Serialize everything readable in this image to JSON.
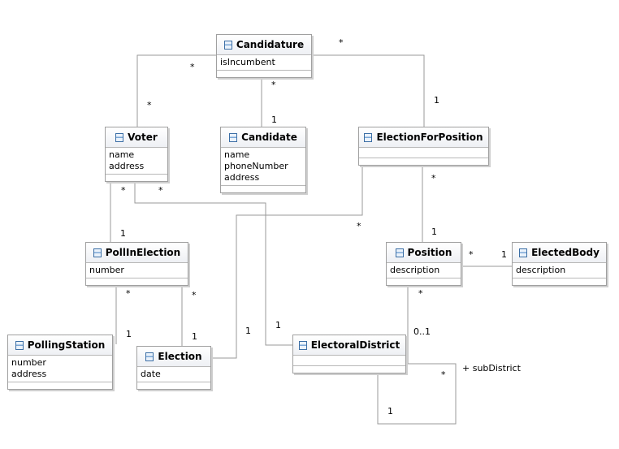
{
  "classes": {
    "candidature": {
      "name": "Candidature",
      "attrs": [
        "isIncumbent"
      ]
    },
    "voter": {
      "name": "Voter",
      "attrs": [
        "name",
        "address"
      ]
    },
    "candidate": {
      "name": "Candidate",
      "attrs": [
        "name",
        "phoneNumber",
        "address"
      ]
    },
    "election_for_position": {
      "name": "ElectionForPosition",
      "attrs": []
    },
    "poll_in_election": {
      "name": "PollInElection",
      "attrs": [
        "number"
      ]
    },
    "position": {
      "name": "Position",
      "attrs": [
        "description"
      ]
    },
    "elected_body": {
      "name": "ElectedBody",
      "attrs": [
        "description"
      ]
    },
    "polling_station": {
      "name": "PollingStation",
      "attrs": [
        "number",
        "address"
      ]
    },
    "election": {
      "name": "Election",
      "attrs": [
        "date"
      ]
    },
    "electoral_district": {
      "name": "ElectoralDistrict",
      "attrs": []
    }
  },
  "multiplicities": {
    "cand_voter_a": "*",
    "cand_voter_b": "*",
    "cand_candidate_a": "*",
    "cand_candidate_b": "1",
    "cand_efp_a": "*",
    "cand_efp_b": "1",
    "voter_poll_a": "*",
    "voter_poll_b": "1",
    "voter_district_a": "*",
    "voter_district_b": "1",
    "efp_position_a": "*",
    "efp_position_b": "1",
    "efp_election_a": "*",
    "efp_election_b": "1",
    "poll_station_a": "*",
    "poll_station_b": "1",
    "poll_election_a": "*",
    "poll_election_b": "1",
    "position_body_a": "*",
    "position_body_b": "1",
    "position_district_a": "*",
    "position_district_b": "0..1",
    "district_self_a": "*",
    "district_self_b": "1"
  },
  "roles": {
    "sub_district": "+ subDistrict"
  }
}
